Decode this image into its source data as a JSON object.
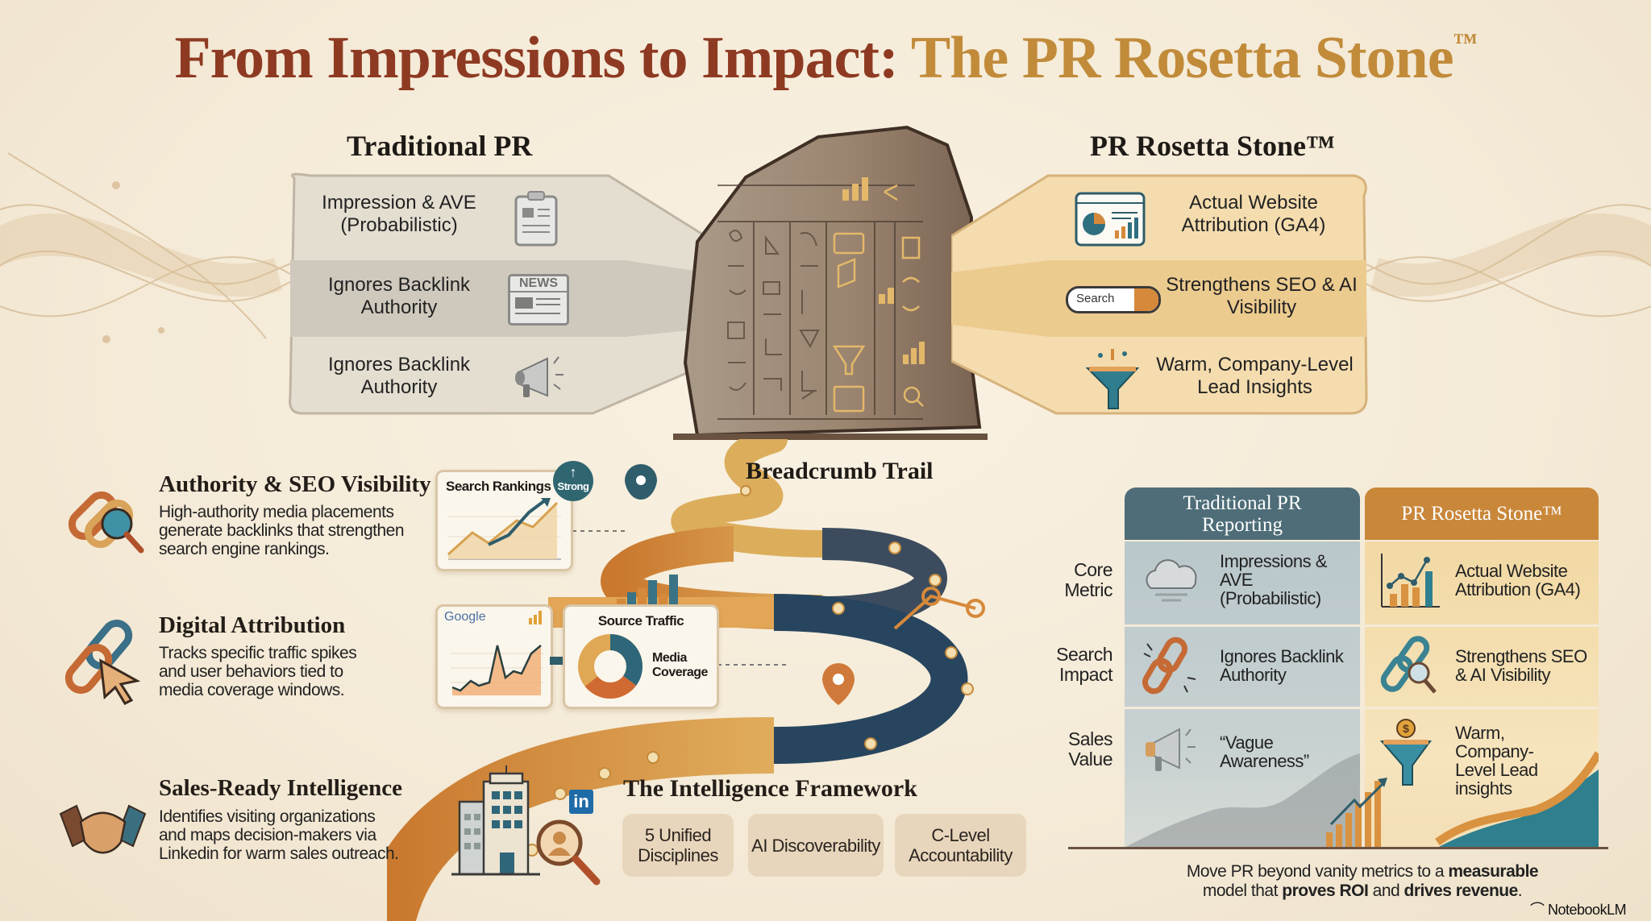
{
  "title": {
    "part1": "From Impressions to Impact:",
    "part2": "The PR Rosetta Stone",
    "trademark": "™"
  },
  "comparison": {
    "traditional": {
      "heading": "Traditional PR",
      "items": [
        {
          "label": "Impression & AVE (Probabilistic)",
          "icon": "clipboard-icon"
        },
        {
          "label": "Ignores Backlink Authority",
          "icon": "newspaper-icon",
          "icon_text": "NEWS"
        },
        {
          "label": "Ignores Backlink Authority",
          "icon": "megaphone-icon"
        }
      ]
    },
    "rosetta": {
      "heading": "PR Rosetta Stone™",
      "items": [
        {
          "label": "Actual Website Attribution (GA4)",
          "icon": "dashboard-icon"
        },
        {
          "label": "Strengthens SEO & AI Visibility",
          "icon": "search-bar-icon",
          "icon_text": "Search"
        },
        {
          "label": "Warm, Company-Level Lead Insights",
          "icon": "funnel-icon"
        }
      ]
    }
  },
  "features": [
    {
      "title": "Authority & SEO Visibility",
      "desc_lines": [
        "High-authority media placements",
        "generate backlinks that strengthen",
        "search engine rankings."
      ],
      "icon": "link-globe-icon"
    },
    {
      "title": "Digital Attribution",
      "desc_lines": [
        "Tracks specific traffic spikes",
        "and user behaviors tied to",
        "media coverage windows."
      ],
      "icon": "link-cursor-icon"
    },
    {
      "title": "Sales-Ready Intelligence",
      "desc_lines": [
        "Identifies visiting organizations",
        "and maps decision-makers via",
        "Linkedin for warm sales outreach."
      ],
      "icon": "handshake-icon"
    }
  ],
  "trail": {
    "label": "Breadcrumb Trail",
    "search_rankings_card": {
      "title": "Search Rankings",
      "badge": "Strong"
    },
    "google_card": {
      "brand": "Google"
    },
    "source_traffic_card": {
      "title": "Source Traffic",
      "segment_label": "Media Coverage"
    },
    "linkedin_badge": "in"
  },
  "framework": {
    "heading": "The Intelligence Framework",
    "pillars": [
      "5 Unified Disciplines",
      "AI Discoverability",
      "C-Level Accountability"
    ]
  },
  "table": {
    "col_headers": [
      "Traditional PR Reporting",
      "PR Rosetta Stone™"
    ],
    "rows": [
      {
        "label": "Core Metric",
        "traditional": "Impressions & AVE (Probabilistic)",
        "rosetta": "Actual Website Attribution (GA4)",
        "trad_icon": "cloud-icon",
        "rs_icon": "bar-chart-icon"
      },
      {
        "label": "Search Impact",
        "traditional": "Ignores Backlink Authority",
        "rosetta": "Strengthens SEO & AI Visibility",
        "trad_icon": "broken-link-icon",
        "rs_icon": "link-search-icon"
      },
      {
        "label": "Sales Value",
        "traditional": "“Vague Awareness”",
        "rosetta": "Warm, Company-Level Lead insights",
        "trad_icon": "megaphone-icon",
        "rs_icon": "money-funnel-icon"
      }
    ]
  },
  "footer": {
    "tagline_plain_1": "Move PR beyond vanity metrics to a ",
    "tagline_bold_1": "measurable",
    "tagline_plain_2": "model that ",
    "tagline_bold_2": "proves ROI",
    "tagline_plain_3": " and ",
    "tagline_bold_3": "drives revenue",
    "tagline_plain_4": ".",
    "brand": "NotebookLM"
  },
  "colors": {
    "title_red": "#8e3a22",
    "title_gold": "#c18b3a",
    "teal": "#2f5d6b",
    "orange": "#d6893a",
    "navy": "#24415a"
  }
}
